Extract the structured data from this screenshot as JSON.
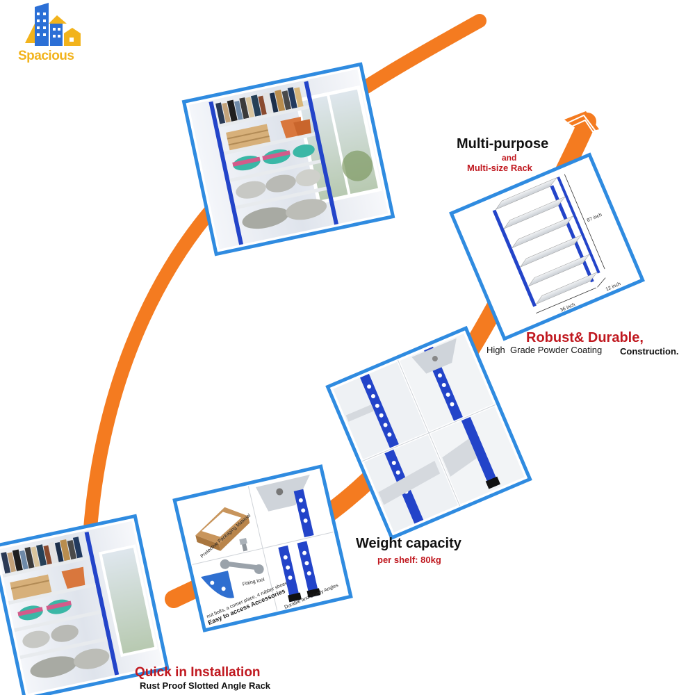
{
  "brand": {
    "name": "Spacious",
    "colors": {
      "yellow": "#f2b31c",
      "blue": "#2b6fd6"
    }
  },
  "theme": {
    "arc_color": "#f47b20",
    "frame_color": "#2f8be0",
    "rack_blue": "#2344c9",
    "heading_red": "#c0181f"
  },
  "captions": {
    "multi_purpose": {
      "title": "Multi-purpose",
      "and": "and",
      "subtitle": "Multi-size Rack"
    },
    "robust": {
      "title": "Robust& Durable,",
      "line_high": "High",
      "line_grade": "Grade Powder Coating",
      "line_construction": "Construction."
    },
    "weight": {
      "title": "Weight capacity",
      "subtitle": "per shelf: 80kg"
    },
    "quick": {
      "title": "Quick in Installation",
      "subtitle": "Rust Proof Slotted Angle Rack"
    }
  },
  "dimensions": {
    "width": "36 inch",
    "height": "87 inch",
    "depth": "12 inch"
  },
  "accessories": {
    "packaging": "Protective Packaging Material",
    "fitting": "Fitting tool",
    "easy_access": "Easy to access Accessories",
    "bolts": "nut bolts, a corner place, 4 rubber shoes",
    "angles": "Durable and Sturdy Angles"
  },
  "icons": [
    "spacious-logo-icon",
    "house-icon",
    "arrow-chevron-icon",
    "wrench-icon",
    "corner-plate-icon",
    "bolt-icon",
    "box-icon"
  ]
}
